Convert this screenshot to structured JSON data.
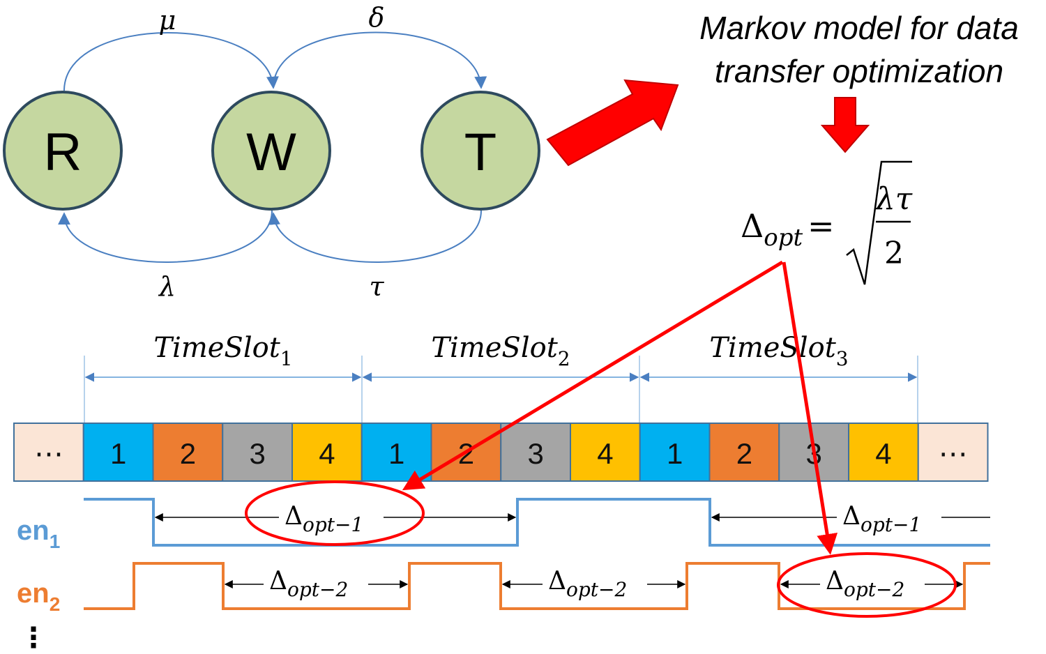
{
  "markov": {
    "states": [
      {
        "label": "R"
      },
      {
        "label": "W"
      },
      {
        "label": "T"
      }
    ],
    "transitions": {
      "mu": "μ",
      "delta": "δ",
      "lambda": "λ",
      "tau": "τ"
    },
    "node_fill": "#c5d7a0",
    "node_stroke": "#2e4a5e",
    "edge_color": "#4a7fc1"
  },
  "caption": {
    "line1": "Markov model for data",
    "line2": "transfer optimization"
  },
  "formula": {
    "lhs": "Δ",
    "lhs_sub": "opt",
    "eq": "=",
    "numerator": "λτ",
    "denominator": "2"
  },
  "timeslots": [
    {
      "base": "TimeSlot",
      "sub": "1"
    },
    {
      "base": "TimeSlot",
      "sub": "2"
    },
    {
      "base": "TimeSlot",
      "sub": "3"
    }
  ],
  "slot_bar": {
    "ellipsis": "⋯",
    "cells": [
      "1",
      "2",
      "3",
      "4",
      "1",
      "2",
      "3",
      "4",
      "1",
      "2",
      "3",
      "4"
    ],
    "cell_colors": {
      "1": "#00b0f0",
      "2": "#ed7d31",
      "3": "#a5a5a5",
      "4": "#ffc000",
      "ellipsis": "#fbe5d6"
    }
  },
  "signals": {
    "en1": {
      "name": "en",
      "sub": "1",
      "color": "#5b9bd5",
      "delta": "Δ",
      "delta_sub": "opt−1"
    },
    "en2": {
      "name": "en",
      "sub": "2",
      "color": "#ed7d31",
      "delta": "Δ",
      "delta_sub": "opt−2"
    },
    "more": "⋮"
  },
  "accent_red": "#ff0000"
}
